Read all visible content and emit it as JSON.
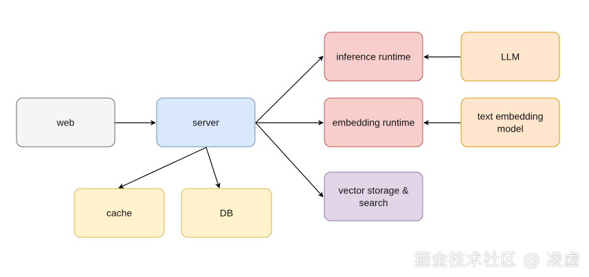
{
  "nodes": {
    "web": {
      "label": "web",
      "fill": "#f5f5f5",
      "stroke": "#666666"
    },
    "server": {
      "label": "server",
      "fill": "#dae8fc",
      "stroke": "#6c8ebf"
    },
    "cache": {
      "label": "cache",
      "fill": "#fff2cc",
      "stroke": "#d6b656"
    },
    "db": {
      "label": "DB",
      "fill": "#fff2cc",
      "stroke": "#d6b656"
    },
    "inference": {
      "label": "inference runtime",
      "fill": "#f8cecc",
      "stroke": "#b85450"
    },
    "embedding": {
      "label": "embedding runtime",
      "fill": "#f8cecc",
      "stroke": "#b85450"
    },
    "vector": {
      "label_line1": "vector storage &",
      "label_line2": "search",
      "fill": "#e1d5e7",
      "stroke": "#9673a6"
    },
    "llm": {
      "label": "LLM",
      "fill": "#ffe6cc",
      "stroke": "#d79b00"
    },
    "text_embedding": {
      "label_line1": "text embedding",
      "label_line2": "model",
      "fill": "#ffe6cc",
      "stroke": "#d79b00"
    }
  },
  "watermark": "掘金技术社区 @ 凌虚"
}
